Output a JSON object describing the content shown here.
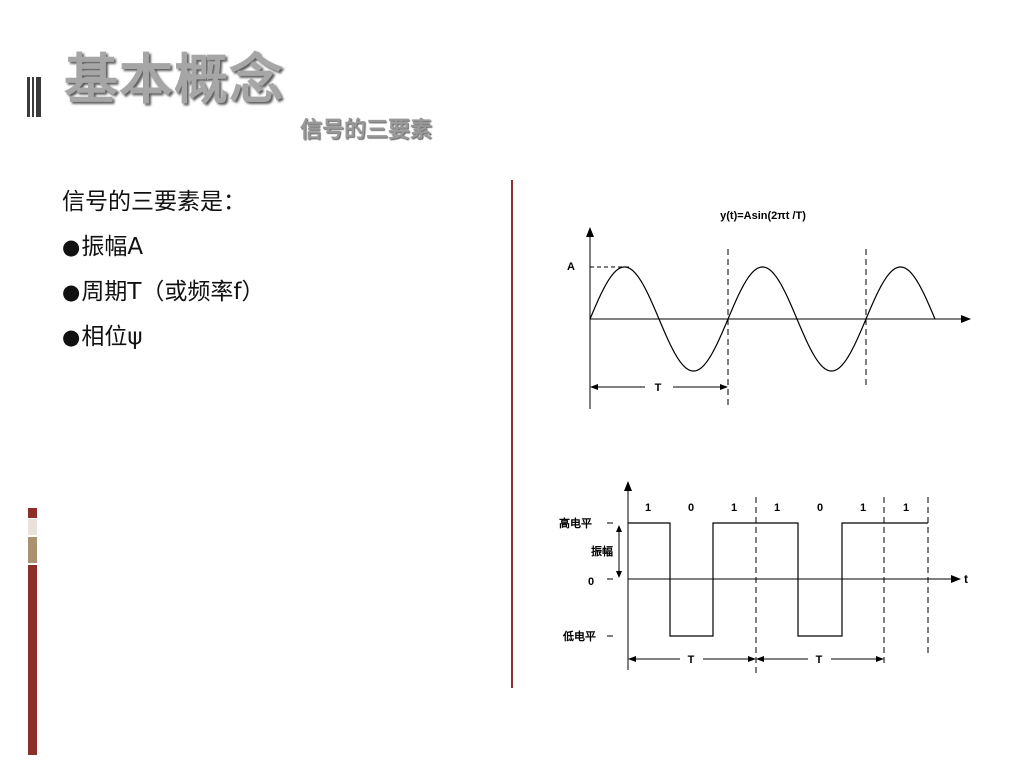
{
  "slide": {
    "title": "基本概念",
    "subtitle": "信号的三要素",
    "intro": "信号的三要素是：",
    "bullet_symbol": "●",
    "bullets": [
      {
        "label": "振幅A"
      },
      {
        "label": "周期T（或频率f）"
      },
      {
        "label": "相位ψ"
      }
    ]
  },
  "sine_figure": {
    "formula": "y(t)=Asin(2πt /T)",
    "amplitude_label": "A",
    "period_label": "T"
  },
  "square_figure": {
    "bits": [
      "1",
      "0",
      "1",
      "1",
      "0",
      "1",
      "1"
    ],
    "high_label": "高电平",
    "amplitude_label": "振幅",
    "zero_label": "0",
    "low_label": "低电平",
    "axis_label": "t",
    "period_label_1": "T",
    "period_label_2": "T"
  },
  "colors": {
    "accent": "#8c2f2a",
    "deco_light": "#e9e2db",
    "deco_tan": "#a89270",
    "title_gray": "#a6a6a6"
  }
}
